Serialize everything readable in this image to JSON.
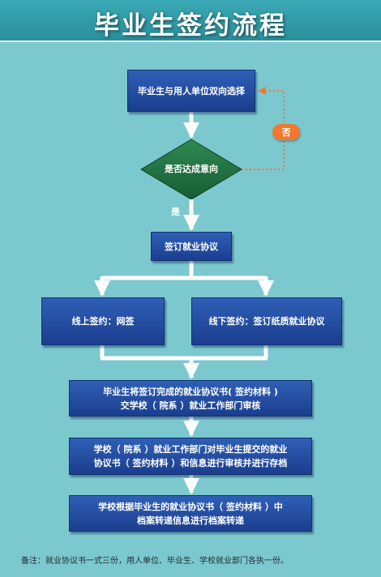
{
  "title": "毕业生签约流程",
  "nodes": {
    "mutual_selection": "毕业生与用人单位双向选择",
    "decision": "是否达成意向",
    "no": "否",
    "yes": "是",
    "sign_agreement": "签订就业协议",
    "online_sign": "线上签约：网签",
    "offline_sign": "线下签约：签订纸质就业协议",
    "submit_line1": "毕业生将签订完成的就业协议书( 签约材料 )",
    "submit_line2": "交学校（ 院系 ）就业工作部门审核",
    "review_line1": "学校（ 院系 ）就业工作部门对毕业生提交的就业",
    "review_line2": "协议书（ 签约材料 ）和信息进行审核并进行存档",
    "transfer_line1": "学校根据毕业生的就业协议书（ 签约材料 ）中",
    "transfer_line2": "档案转递信息进行档案转递"
  },
  "footnote": "备注：就业协议书一式三份，用人单位、毕业生、学校就业部门各执一份。",
  "colors": {
    "background": "#7cc8cf",
    "title_bar": "#2a8f9b",
    "box": "#1f4595",
    "diamond": "#1f6b3c",
    "connector": "#ffffff",
    "no_branch": "#f1782f"
  }
}
